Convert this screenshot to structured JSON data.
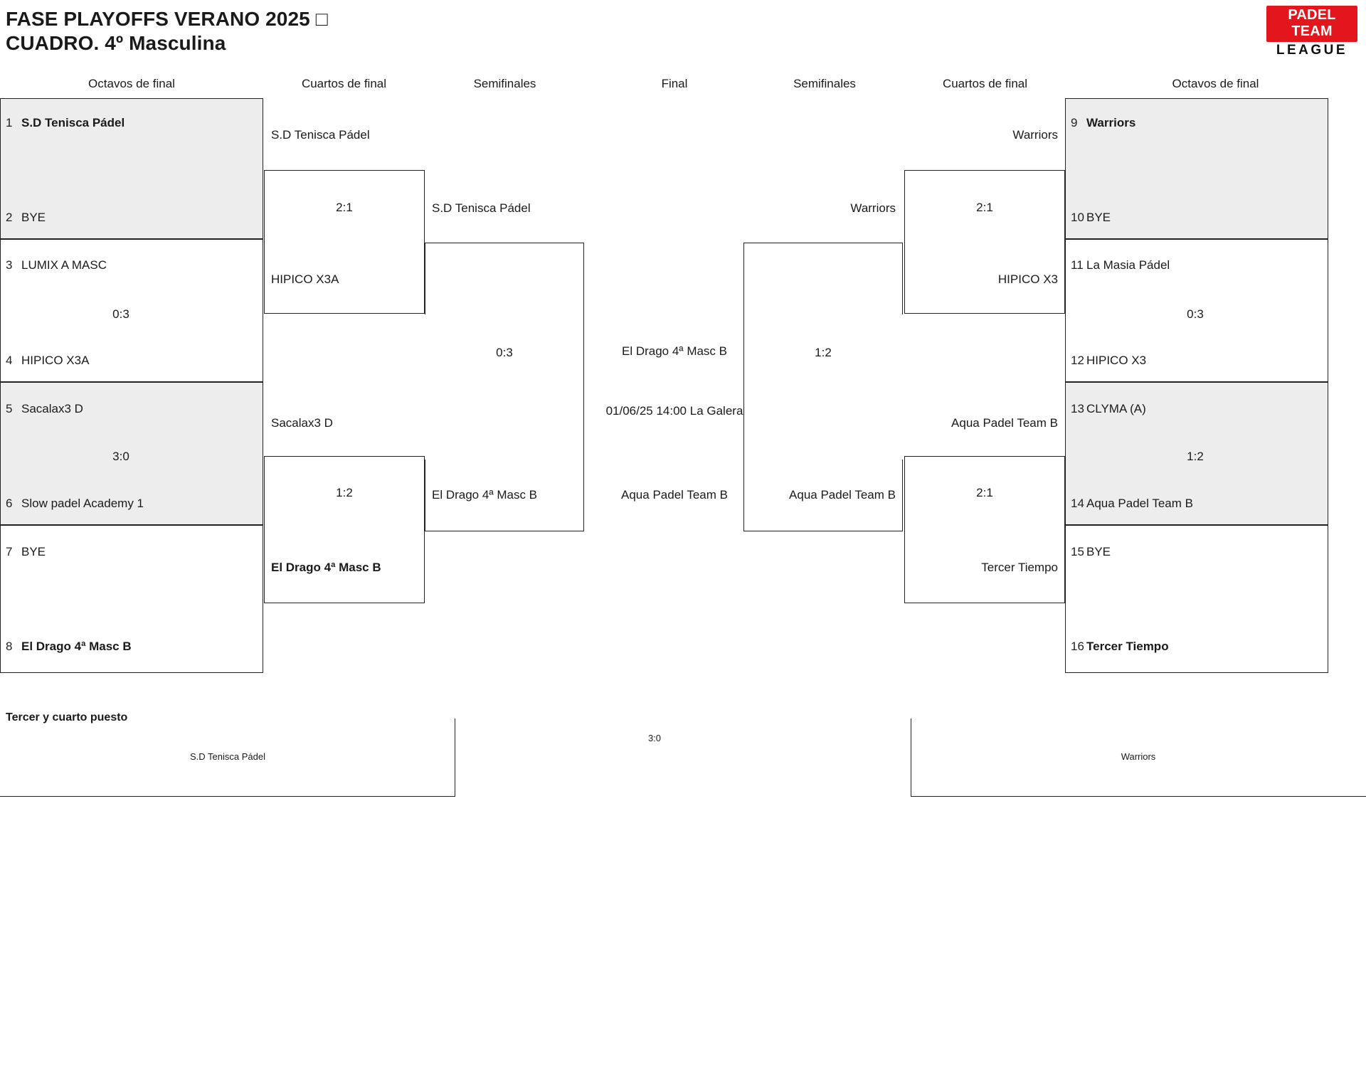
{
  "header": {
    "title_line1": "FASE PLAYOFFS VERANO 2025 □",
    "title_line2": "CUADRO. 4º Masculina",
    "logo_top": "PADEL TEAM",
    "logo_bottom": "LEAGUE",
    "brand_red": "#e2161c"
  },
  "rounds": {
    "r16_left": "Octavos de final",
    "qf_left": "Cuartos de final",
    "sf_left": "Semifinales",
    "final": "Final",
    "sf_right": "Semifinales",
    "qf_right": "Cuartos de final",
    "r16_right": "Octavos de final"
  },
  "left": {
    "r16": [
      {
        "seed": "1",
        "name": "S.D Tenisca Pádel",
        "bold": true
      },
      {
        "seed": "2",
        "name": "BYE",
        "bold": false
      },
      {
        "seed": "3",
        "name": "LUMIX A MASC",
        "bold": false
      },
      {
        "seed": "4",
        "name": "HIPICO X3A",
        "bold": false
      },
      {
        "seed": "5",
        "name": "Sacalax3 D",
        "bold": false
      },
      {
        "seed": "6",
        "name": "Slow padel Academy 1",
        "bold": false
      },
      {
        "seed": "7",
        "name": "BYE",
        "bold": false
      },
      {
        "seed": "8",
        "name": "El Drago 4ª Masc B",
        "bold": true
      }
    ],
    "r16_scores": [
      "",
      "0:3",
      "3:0",
      ""
    ],
    "qf": [
      {
        "name": "S.D Tenisca Pádel",
        "bold": false
      },
      {
        "name": "HIPICO X3A",
        "bold": false
      },
      {
        "name": "Sacalax3 D",
        "bold": false
      },
      {
        "name": "El Drago 4ª Masc B",
        "bold": true
      }
    ],
    "qf_scores": [
      "2:1",
      "1:2"
    ],
    "sf": [
      {
        "name": "S.D Tenisca Pádel",
        "bold": false
      },
      {
        "name": "El Drago 4ª Masc B",
        "bold": false
      }
    ],
    "sf_score": "0:3"
  },
  "right": {
    "r16": [
      {
        "seed": "9",
        "name": "Warriors",
        "bold": true
      },
      {
        "seed": "10",
        "name": "BYE",
        "bold": false
      },
      {
        "seed": "11",
        "name": "La Masia Pádel",
        "bold": false
      },
      {
        "seed": "12",
        "name": "HIPICO X3",
        "bold": false
      },
      {
        "seed": "13",
        "name": "CLYMA (A)",
        "bold": false
      },
      {
        "seed": "14",
        "name": "Aqua Padel Team B",
        "bold": false
      },
      {
        "seed": "15",
        "name": "BYE",
        "bold": false
      },
      {
        "seed": "16",
        "name": "Tercer Tiempo",
        "bold": true
      }
    ],
    "r16_scores": [
      "",
      "0:3",
      "1:2",
      ""
    ],
    "qf": [
      {
        "name": "Warriors",
        "bold": false
      },
      {
        "name": "HIPICO X3",
        "bold": false
      },
      {
        "name": "Aqua Padel Team B",
        "bold": false
      },
      {
        "name": "Tercer Tiempo",
        "bold": false
      }
    ],
    "qf_scores": [
      "2:1",
      "2:1"
    ],
    "sf": [
      {
        "name": "Warriors",
        "bold": false
      },
      {
        "name": "Aqua Padel Team B",
        "bold": false
      }
    ],
    "sf_score": "1:2"
  },
  "final": {
    "top_team": "El Drago 4ª Masc B",
    "schedule": "01/06/25 14:00 La Galera",
    "bottom_team": "Aqua Padel Team B"
  },
  "third_place": {
    "label": "Tercer y cuarto puesto",
    "left_team": "S.D Tenisca Pádel",
    "score": "3:0",
    "right_team": "Warriors"
  }
}
